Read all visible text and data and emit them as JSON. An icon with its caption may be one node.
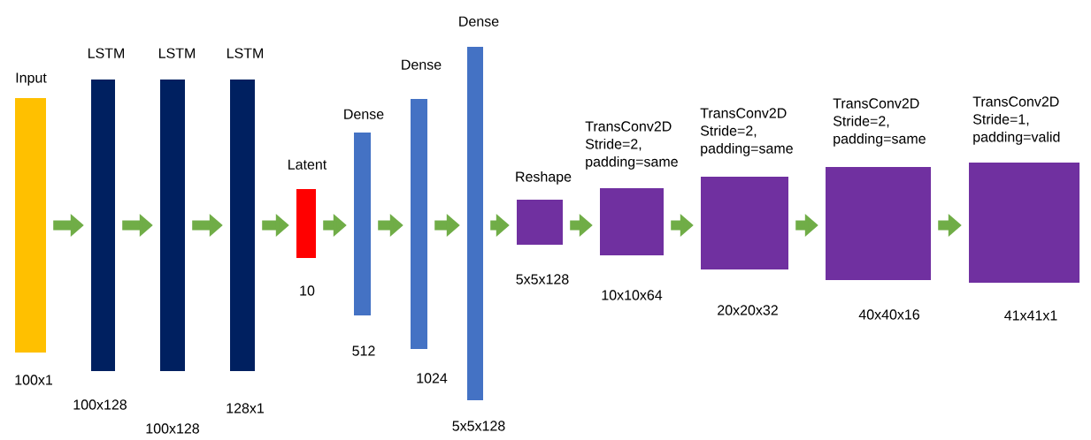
{
  "diagram": {
    "nodes": [
      {
        "text": [
          "Input"
        ],
        "beside": [
          "100x1"
        ]
      },
      {
        "text": [
          "LSTM"
        ],
        "beside": [
          "100x128"
        ]
      },
      {
        "text": [
          "LSTM"
        ],
        "beside": [
          "100x128"
        ]
      },
      {
        "text": [
          "LSTM"
        ],
        "beside": [
          "128x1"
        ]
      },
      {
        "text": [
          "Latent"
        ],
        "beside": [
          "10"
        ]
      },
      {
        "text": [
          "Dense"
        ],
        "beside": [
          "512"
        ]
      },
      {
        "text": [
          "Dense"
        ],
        "beside": [
          "1024"
        ]
      },
      {
        "text": [
          "Dense"
        ],
        "beside": [
          "5x5x128"
        ]
      },
      {
        "text": [
          "Reshape"
        ],
        "beside": [
          "5x5x128"
        ]
      },
      {
        "text": [
          "TransConv2D Stride=2, padding=same"
        ],
        "beside": [
          "10x10x64"
        ]
      },
      {
        "text": [
          "TransConv2D Stride=2, padding=same"
        ],
        "beside": [
          "20x20x32"
        ]
      },
      {
        "text": [
          "TransConv2D Stride=2, padding=same"
        ],
        "beside": [
          "40x40x16"
        ]
      },
      {
        "text": [
          "TransConv2D Stride=1, padding=valid"
        ],
        "beside": [
          "41x41x1"
        ]
      }
    ],
    "edges": [
      {
        "from": 0,
        "to": 1,
        "arrow": "to"
      },
      {
        "from": 1,
        "to": 2,
        "arrow": "to"
      },
      {
        "from": 2,
        "to": 3,
        "arrow": "to"
      },
      {
        "from": 3,
        "to": 4,
        "arrow": "to"
      },
      {
        "from": 4,
        "to": 5,
        "arrow": "to"
      },
      {
        "from": 5,
        "to": 6,
        "arrow": "to"
      },
      {
        "from": 6,
        "to": 7,
        "arrow": "to"
      },
      {
        "from": 7,
        "to": 8,
        "arrow": "to"
      },
      {
        "from": 8,
        "to": 9,
        "arrow": "to"
      },
      {
        "from": 9,
        "to": 10,
        "arrow": "to"
      },
      {
        "from": 10,
        "to": 11,
        "arrow": "to"
      },
      {
        "from": 11,
        "to": 12,
        "arrow": "to"
      }
    ]
  }
}
